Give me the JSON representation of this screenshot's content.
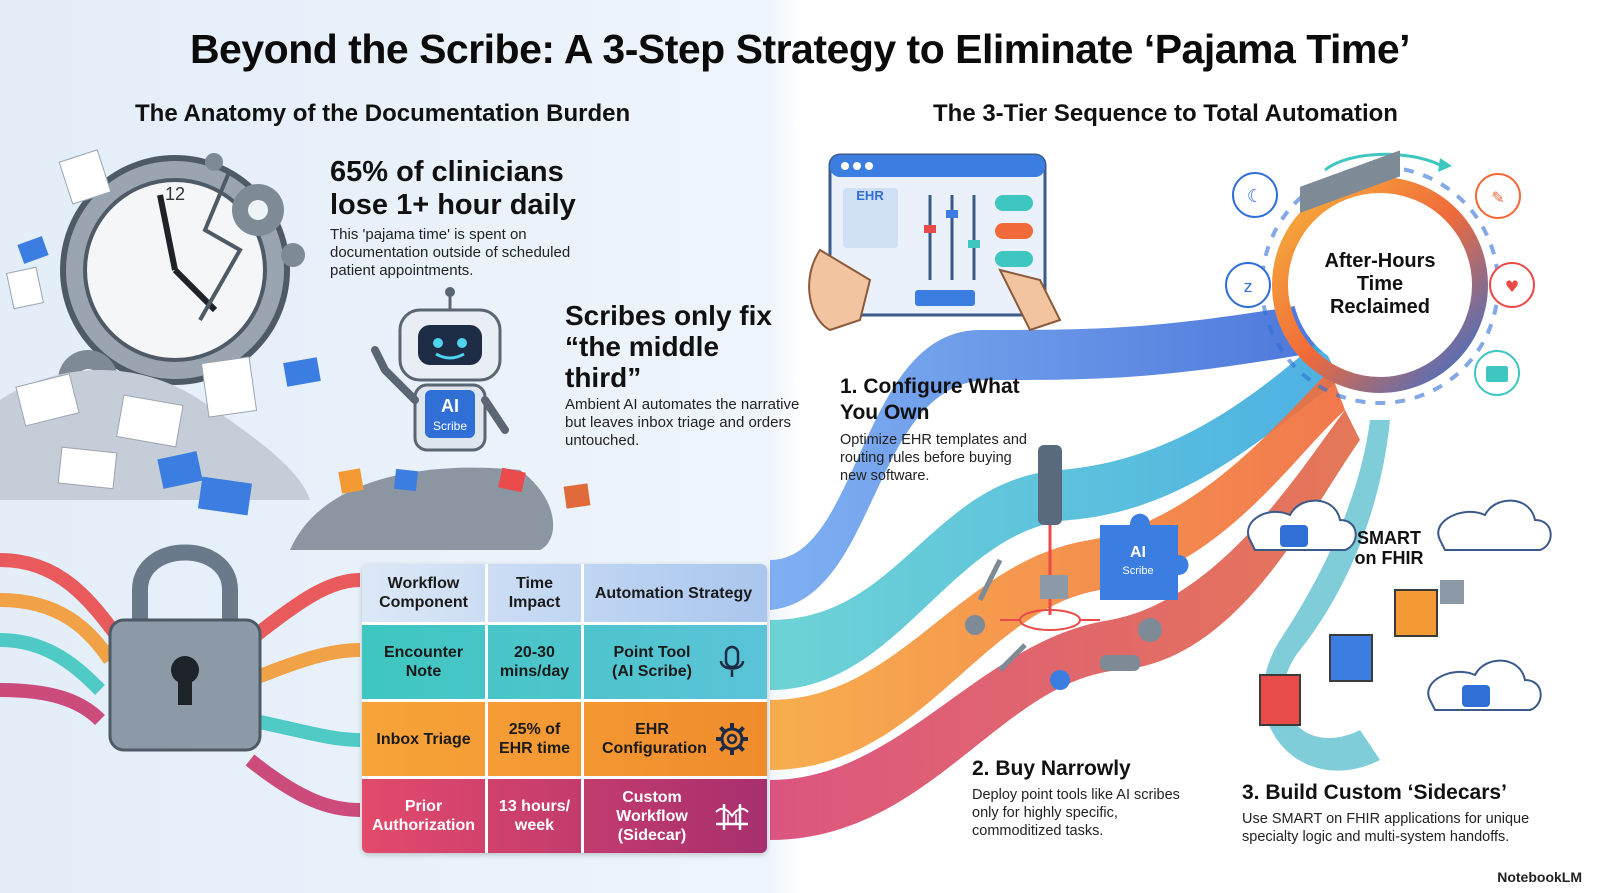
{
  "title": "Beyond the Scribe: A 3-Step Strategy to Eliminate ‘Pajama Time’",
  "left_heading": "The Anatomy of the Documentation Burden",
  "right_heading": "The 3-Tier Sequence to Total Automation",
  "stat": {
    "headline": "65% of clinicians lose 1+ hour daily",
    "detail": "This 'pajama time' is spent on documentation outside of scheduled patient appointments."
  },
  "scribe_note": {
    "headline": "Scribes only fix “the middle third”",
    "detail": "Ambient AI automates the narrative but leaves inbox triage and orders untouched.",
    "robot_label_1": "AI",
    "robot_label_2": "Scribe"
  },
  "table": {
    "headers": [
      "Workflow Component",
      "Time Impact",
      "Automation Strategy"
    ],
    "rows": [
      {
        "component": "Encounter Note",
        "impact": "20-30 mins/day",
        "strategy": "Point Tool (AI Scribe)",
        "icon": "microphone-icon"
      },
      {
        "component": "Inbox Triage",
        "impact": "25% of EHR time",
        "strategy": "EHR Configuration",
        "icon": "gear-icon"
      },
      {
        "component": "Prior Authorization",
        "impact": "13 hours/ week",
        "strategy": "Custom Workflow (Sidecar)",
        "icon": "bridge-icon"
      }
    ]
  },
  "steps": [
    {
      "title": "1. Configure What You Own",
      "body": "Optimize EHR templates and routing rules before buying new software."
    },
    {
      "title": "2. Buy Narrowly",
      "body": "Deploy point tools like AI scribes only for highly specific, commoditized tasks."
    },
    {
      "title": "3. Build Custom ‘Sidecars’",
      "body": "Use SMART on FHIR applications for unique specialty logic and multi-system handoffs."
    }
  ],
  "ehr_label": "EHR",
  "puzzle_label_1": "AI",
  "puzzle_label_2": "Scribe",
  "ring_label": "After-Hours Time Reclaimed",
  "fhir_label": "SMART on FHIR",
  "brand": "NotebookLM",
  "colors": {
    "teal": "#3fc6c0",
    "orange": "#f39a34",
    "magenta": "#c93a6e",
    "blue": "#3b7de0",
    "ring_blue": "#2f6fd6"
  }
}
